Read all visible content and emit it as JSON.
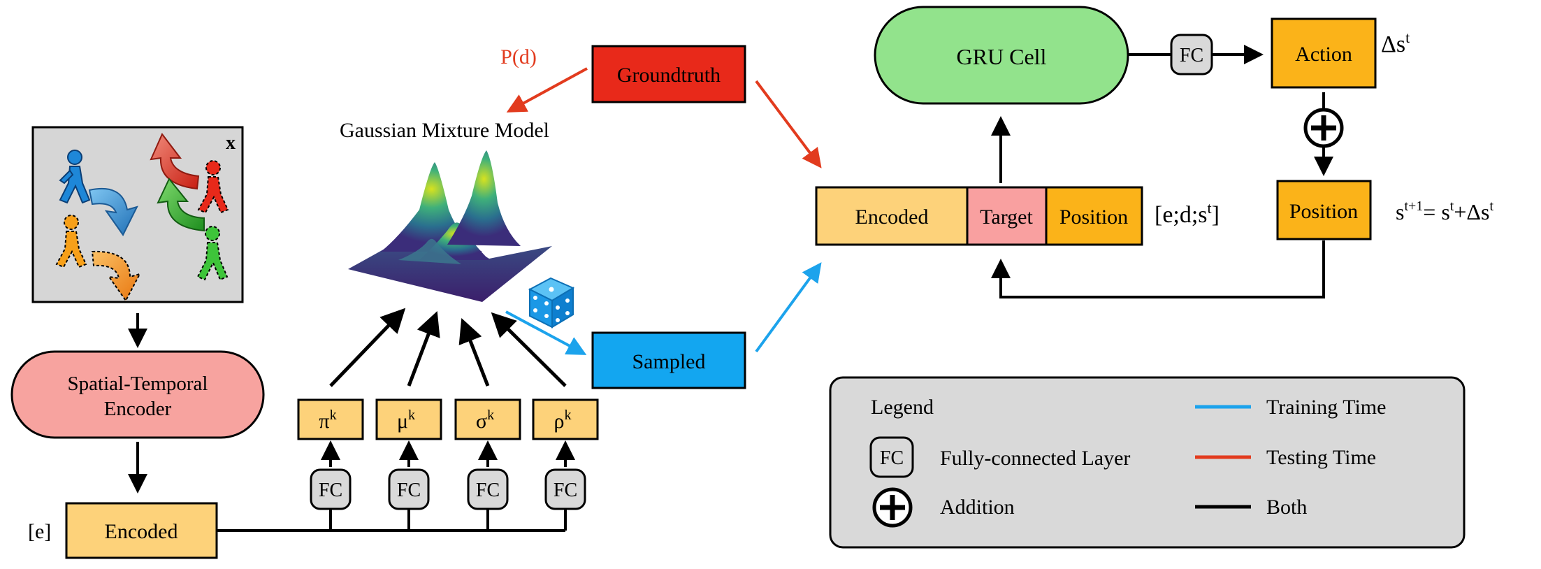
{
  "colors": {
    "training": "#1ca3ec",
    "testing": "#e23b1e",
    "both": "#000000",
    "encoded_fill": "#fdd27a",
    "gru_fill": "#92e38c",
    "encoder_fill": "#f7a39f",
    "action_fill": "#fbb319",
    "groundtruth_fill": "#e8291a",
    "sampled_fill": "#13a6f0",
    "target_fill": "#f9a0a0",
    "fc_fill": "#d9d9d9",
    "legend_fill": "#d9d9d9",
    "scene_fill": "#d6d6d6"
  },
  "input_panel": {
    "x_label": "x",
    "icons": [
      "pedestrian-blue-icon",
      "pedestrian-red-icon",
      "pedestrian-orange-icon",
      "pedestrian-green-icon",
      "curved-arrow-icons"
    ]
  },
  "encoder": {
    "label_line1": "Spatial-Temporal",
    "label_line2": "Encoder"
  },
  "encoded_bottom": {
    "label": "Encoded",
    "tag": "[e]"
  },
  "gmm": {
    "title": "Gaussian Mixture Model",
    "params": [
      "π",
      "μ",
      "σ",
      "ρ"
    ],
    "param_sup": "k",
    "fc_label": "FC",
    "surface_icon": "gaussian-surface-icon"
  },
  "groundtruth": {
    "label": "Groundtruth",
    "prob_label": "P(d)"
  },
  "sampled": {
    "label": "Sampled",
    "dice_icon": "dice-icon"
  },
  "decoder_input": {
    "encoded": "Encoded",
    "target": "Target",
    "position": "Position",
    "tag_prefix": "[e;d;s",
    "tag_sup": "t",
    "tag_suffix": "]"
  },
  "gru": {
    "label": "GRU Cell",
    "fc_label": "FC"
  },
  "action": {
    "label": "Action",
    "delta_prefix": "Δs",
    "delta_sup": "t"
  },
  "position_update": {
    "label": "Position",
    "eq_s": "s",
    "eq_sup1": "t+1",
    "eq_mid": "= s",
    "eq_sup2": "t",
    "eq_plus": "+Δs",
    "eq_sup3": "t"
  },
  "legend": {
    "title": "Legend",
    "fc_symbol": "FC",
    "fc_text": "Fully-connected Layer",
    "add_text": "Addition",
    "training": "Training Time",
    "testing": "Testing Time",
    "both": "Both"
  }
}
